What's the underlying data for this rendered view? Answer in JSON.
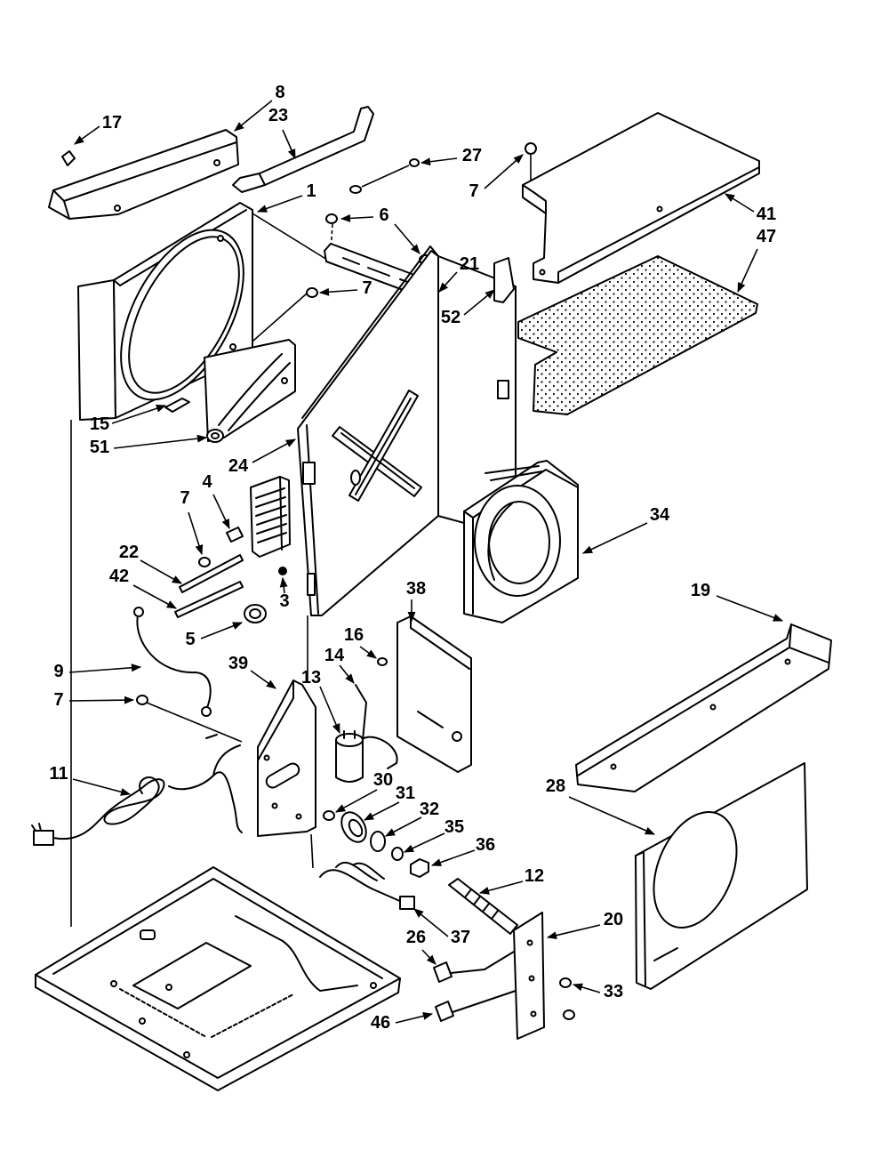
{
  "diagram": {
    "callouts": [
      "17",
      "8",
      "23",
      "27",
      "1",
      "7",
      "6",
      "21",
      "41",
      "47",
      "52",
      "15",
      "51",
      "7",
      "24",
      "7",
      "4",
      "34",
      "22",
      "42",
      "5",
      "3",
      "38",
      "19",
      "9",
      "7",
      "39",
      "16",
      "14",
      "13",
      "11",
      "30",
      "31",
      "32",
      "35",
      "36",
      "28",
      "12",
      "20",
      "37",
      "26",
      "33",
      "46"
    ]
  }
}
